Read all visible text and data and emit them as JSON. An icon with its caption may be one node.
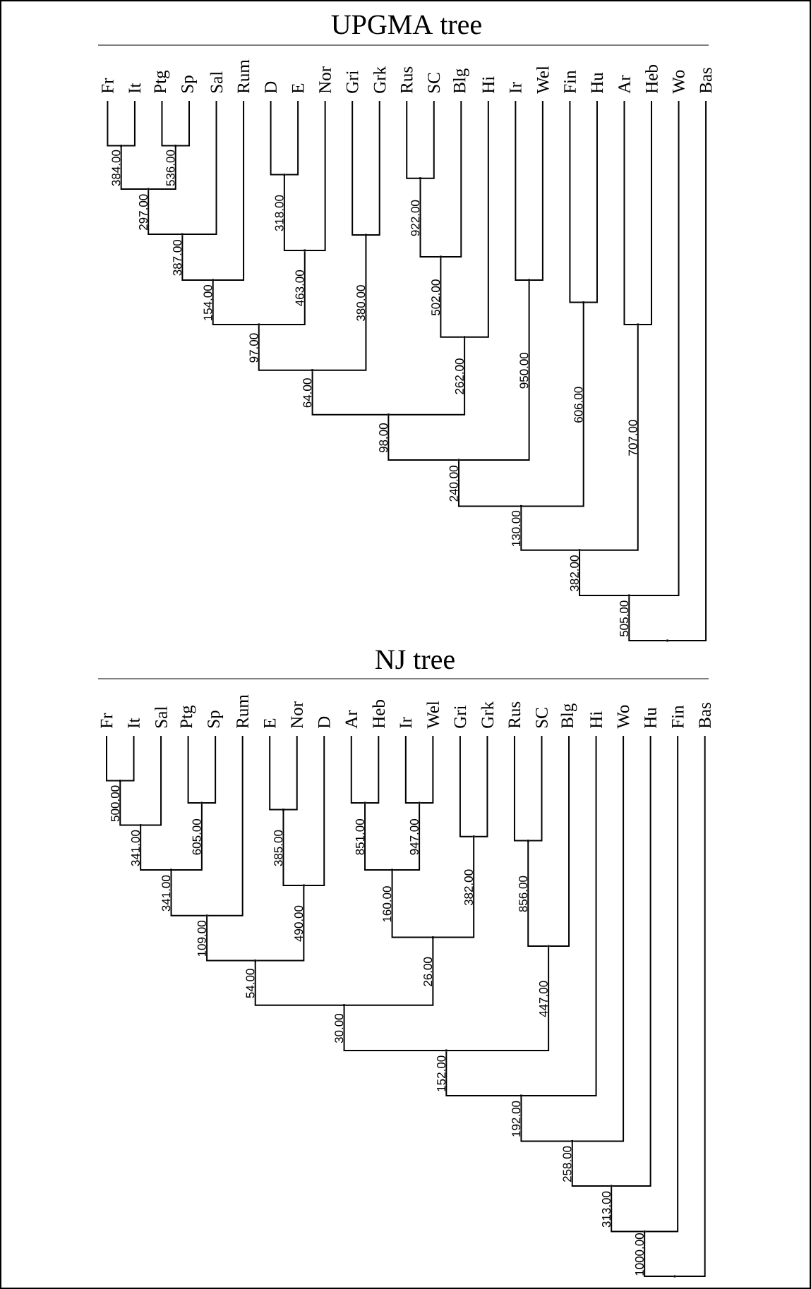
{
  "diagram": {
    "nodes": [
      {
        "text": [
          "Fr"
        ]
      },
      {
        "text": [
          "It"
        ]
      },
      {
        "text": [
          "Ptg"
        ]
      },
      {
        "text": [
          "Sp"
        ]
      },
      {
        "text": [
          "Sal"
        ]
      },
      {
        "text": [
          "Rum"
        ]
      },
      {
        "text": [
          "D"
        ]
      },
      {
        "text": [
          "E"
        ]
      },
      {
        "text": [
          "Nor"
        ]
      },
      {
        "text": [
          "Gri"
        ]
      },
      {
        "text": [
          "Grk"
        ]
      },
      {
        "text": [
          "Rus"
        ]
      },
      {
        "text": [
          "SC"
        ]
      },
      {
        "text": [
          "Blg"
        ]
      },
      {
        "text": [
          "Hi"
        ]
      },
      {
        "text": [
          "Ir"
        ]
      },
      {
        "text": [
          "Wel"
        ]
      },
      {
        "text": [
          "Fin"
        ]
      },
      {
        "text": [
          "Hu"
        ]
      },
      {
        "text": [
          "Ar"
        ]
      },
      {
        "text": [
          "Heb"
        ]
      },
      {
        "text": [
          "Wo"
        ]
      },
      {
        "text": [
          "Bas"
        ]
      },
      {
        "text": [],
        "shape": "point"
      },
      {
        "text": [],
        "shape": "point"
      },
      {
        "text": [],
        "shape": "point"
      },
      {
        "text": [],
        "shape": "point"
      },
      {
        "text": [],
        "shape": "point"
      },
      {
        "text": [],
        "shape": "point"
      },
      {
        "text": [],
        "shape": "point"
      },
      {
        "text": [],
        "shape": "point"
      },
      {
        "text": [],
        "shape": "point"
      },
      {
        "text": [],
        "shape": "point"
      },
      {
        "text": [],
        "shape": "point"
      },
      {
        "text": [],
        "shape": "point"
      },
      {
        "text": [],
        "shape": "point"
      },
      {
        "text": [],
        "shape": "point"
      },
      {
        "text": [],
        "shape": "point"
      },
      {
        "text": [],
        "shape": "point"
      },
      {
        "text": [],
        "shape": "point"
      },
      {
        "text": [],
        "shape": "point"
      },
      {
        "text": [],
        "shape": "point"
      },
      {
        "text": [],
        "shape": "point"
      },
      {
        "text": [],
        "shape": "point"
      },
      {
        "text": [],
        "shape": "point"
      },
      {
        "text": [
          "Fr"
        ]
      },
      {
        "text": [
          "It"
        ]
      },
      {
        "text": [
          "Sal"
        ]
      },
      {
        "text": [
          "Ptg"
        ]
      },
      {
        "text": [
          "Sp"
        ]
      },
      {
        "text": [
          "Rum"
        ]
      },
      {
        "text": [
          "E"
        ]
      },
      {
        "text": [
          "Nor"
        ]
      },
      {
        "text": [
          "D"
        ]
      },
      {
        "text": [
          "Ar"
        ]
      },
      {
        "text": [
          "Heb"
        ]
      },
      {
        "text": [
          "Ir"
        ]
      },
      {
        "text": [
          "Wel"
        ]
      },
      {
        "text": [
          "Gri"
        ]
      },
      {
        "text": [
          "Grk"
        ]
      },
      {
        "text": [
          "Rus"
        ]
      },
      {
        "text": [
          "SC"
        ]
      },
      {
        "text": [
          "Blg"
        ]
      },
      {
        "text": [
          "Hi"
        ]
      },
      {
        "text": [
          "Wo"
        ]
      },
      {
        "text": [
          "Hu"
        ]
      },
      {
        "text": [
          "Fin"
        ]
      },
      {
        "text": [
          "Bas"
        ]
      },
      {
        "text": [],
        "shape": "point"
      },
      {
        "text": [],
        "shape": "point"
      },
      {
        "text": [],
        "shape": "point"
      },
      {
        "text": [],
        "shape": "point"
      },
      {
        "text": [],
        "shape": "point"
      },
      {
        "text": [],
        "shape": "point"
      },
      {
        "text": [],
        "shape": "point"
      },
      {
        "text": [],
        "shape": "point"
      },
      {
        "text": [],
        "shape": "point"
      },
      {
        "text": [],
        "shape": "point"
      },
      {
        "text": [],
        "shape": "point"
      },
      {
        "text": [],
        "shape": "point"
      },
      {
        "text": [],
        "shape": "point"
      },
      {
        "text": [],
        "shape": "point"
      },
      {
        "text": [],
        "shape": "point"
      },
      {
        "text": [],
        "shape": "point"
      },
      {
        "text": [],
        "shape": "point"
      },
      {
        "text": [],
        "shape": "point"
      },
      {
        "text": [],
        "shape": "point"
      },
      {
        "text": [],
        "shape": "point"
      },
      {
        "text": [],
        "shape": "point"
      },
      {
        "text": [],
        "shape": "point"
      }
    ],
    "edges": [
      {
        "from": 23,
        "to": 0,
        "arrow": "none"
      },
      {
        "from": 23,
        "to": 1,
        "arrow": "none"
      },
      {
        "from": 24,
        "to": 2,
        "arrow": "none"
      },
      {
        "from": 24,
        "to": 3,
        "arrow": "none"
      },
      {
        "from": 25,
        "to": 23,
        "arrow": "none",
        "label": "384.00"
      },
      {
        "from": 25,
        "to": 24,
        "arrow": "none",
        "label": "536.00"
      },
      {
        "from": 26,
        "to": 25,
        "arrow": "none",
        "label": "297.00"
      },
      {
        "from": 26,
        "to": 4,
        "arrow": "none"
      },
      {
        "from": 27,
        "to": 26,
        "arrow": "none",
        "label": "387.00"
      },
      {
        "from": 27,
        "to": 5,
        "arrow": "none"
      },
      {
        "from": 28,
        "to": 6,
        "arrow": "none"
      },
      {
        "from": 28,
        "to": 7,
        "arrow": "none"
      },
      {
        "from": 29,
        "to": 28,
        "arrow": "none",
        "label": "318.00"
      },
      {
        "from": 29,
        "to": 8,
        "arrow": "none"
      },
      {
        "from": 30,
        "to": 27,
        "arrow": "none",
        "label": "154.00"
      },
      {
        "from": 30,
        "to": 29,
        "arrow": "none",
        "label": "463.00"
      },
      {
        "from": 31,
        "to": 9,
        "arrow": "none"
      },
      {
        "from": 31,
        "to": 10,
        "arrow": "none"
      },
      {
        "from": 32,
        "to": 30,
        "arrow": "none",
        "label": "97.00"
      },
      {
        "from": 32,
        "to": 31,
        "arrow": "none",
        "label": "380.00"
      },
      {
        "from": 33,
        "to": 11,
        "arrow": "none"
      },
      {
        "from": 33,
        "to": 12,
        "arrow": "none"
      },
      {
        "from": 34,
        "to": 33,
        "arrow": "none",
        "label": "922.00"
      },
      {
        "from": 34,
        "to": 13,
        "arrow": "none"
      },
      {
        "from": 35,
        "to": 34,
        "arrow": "none",
        "label": "502.00"
      },
      {
        "from": 35,
        "to": 14,
        "arrow": "none"
      },
      {
        "from": 36,
        "to": 32,
        "arrow": "none",
        "label": "64.00"
      },
      {
        "from": 36,
        "to": 35,
        "arrow": "none",
        "label": "262.00"
      },
      {
        "from": 37,
        "to": 15,
        "arrow": "none"
      },
      {
        "from": 37,
        "to": 16,
        "arrow": "none"
      },
      {
        "from": 38,
        "to": 36,
        "arrow": "none",
        "label": "98.00"
      },
      {
        "from": 38,
        "to": 37,
        "arrow": "none",
        "label": "950.00"
      },
      {
        "from": 39,
        "to": 17,
        "arrow": "none"
      },
      {
        "from": 39,
        "to": 18,
        "arrow": "none"
      },
      {
        "from": 40,
        "to": 38,
        "arrow": "none",
        "label": "240.00"
      },
      {
        "from": 40,
        "to": 39,
        "arrow": "none",
        "label": "606.00"
      },
      {
        "from": 41,
        "to": 19,
        "arrow": "none"
      },
      {
        "from": 41,
        "to": 20,
        "arrow": "none"
      },
      {
        "from": 42,
        "to": 40,
        "arrow": "none",
        "label": "130.00"
      },
      {
        "from": 42,
        "to": 41,
        "arrow": "none",
        "label": "707.00"
      },
      {
        "from": 43,
        "to": 42,
        "arrow": "none",
        "label": "382.00"
      },
      {
        "from": 43,
        "to": 21,
        "arrow": "none"
      },
      {
        "from": 44,
        "to": 43,
        "arrow": "none",
        "label": "505.00"
      },
      {
        "from": 44,
        "to": 22,
        "arrow": "none"
      },
      {
        "from": 68,
        "to": 45,
        "arrow": "none"
      },
      {
        "from": 68,
        "to": 46,
        "arrow": "none"
      },
      {
        "from": 69,
        "to": 68,
        "arrow": "none",
        "label": "500.00"
      },
      {
        "from": 69,
        "to": 47,
        "arrow": "none"
      },
      {
        "from": 70,
        "to": 48,
        "arrow": "none"
      },
      {
        "from": 70,
        "to": 49,
        "arrow": "none"
      },
      {
        "from": 71,
        "to": 69,
        "arrow": "none",
        "label": "341.00"
      },
      {
        "from": 71,
        "to": 70,
        "arrow": "none",
        "label": "605.00"
      },
      {
        "from": 72,
        "to": 71,
        "arrow": "none",
        "label": "341.00"
      },
      {
        "from": 72,
        "to": 50,
        "arrow": "none"
      },
      {
        "from": 73,
        "to": 51,
        "arrow": "none"
      },
      {
        "from": 73,
        "to": 52,
        "arrow": "none"
      },
      {
        "from": 74,
        "to": 73,
        "arrow": "none",
        "label": "385.00"
      },
      {
        "from": 74,
        "to": 53,
        "arrow": "none"
      },
      {
        "from": 75,
        "to": 72,
        "arrow": "none",
        "label": "109.00"
      },
      {
        "from": 75,
        "to": 74,
        "arrow": "none",
        "label": "490.00"
      },
      {
        "from": 76,
        "to": 54,
        "arrow": "none"
      },
      {
        "from": 76,
        "to": 55,
        "arrow": "none"
      },
      {
        "from": 77,
        "to": 56,
        "arrow": "none"
      },
      {
        "from": 77,
        "to": 57,
        "arrow": "none"
      },
      {
        "from": 78,
        "to": 76,
        "arrow": "none",
        "label": "851.00"
      },
      {
        "from": 78,
        "to": 77,
        "arrow": "none",
        "label": "947.00"
      },
      {
        "from": 79,
        "to": 58,
        "arrow": "none"
      },
      {
        "from": 79,
        "to": 59,
        "arrow": "none"
      },
      {
        "from": 80,
        "to": 78,
        "arrow": "none",
        "label": "160.00"
      },
      {
        "from": 80,
        "to": 79,
        "arrow": "none",
        "label": "382.00"
      },
      {
        "from": 81,
        "to": 75,
        "arrow": "none",
        "label": "54.00"
      },
      {
        "from": 81,
        "to": 80,
        "arrow": "none",
        "label": "26.00"
      },
      {
        "from": 82,
        "to": 60,
        "arrow": "none"
      },
      {
        "from": 82,
        "to": 61,
        "arrow": "none"
      },
      {
        "from": 83,
        "to": 82,
        "arrow": "none",
        "label": "856.00"
      },
      {
        "from": 83,
        "to": 62,
        "arrow": "none"
      },
      {
        "from": 84,
        "to": 81,
        "arrow": "none",
        "label": "30.00"
      },
      {
        "from": 84,
        "to": 83,
        "arrow": "none",
        "label": "447.00"
      },
      {
        "from": 85,
        "to": 84,
        "arrow": "none",
        "label": "152.00"
      },
      {
        "from": 85,
        "to": 63,
        "arrow": "none"
      },
      {
        "from": 86,
        "to": 85,
        "arrow": "none",
        "label": "192.00"
      },
      {
        "from": 86,
        "to": 64,
        "arrow": "none"
      },
      {
        "from": 87,
        "to": 86,
        "arrow": "none",
        "label": "258.00"
      },
      {
        "from": 87,
        "to": 65,
        "arrow": "none"
      },
      {
        "from": 88,
        "to": 87,
        "arrow": "none",
        "label": "313.00"
      },
      {
        "from": 88,
        "to": 66,
        "arrow": "none"
      },
      {
        "from": 89,
        "to": 88,
        "arrow": "none",
        "label": "1000.00"
      },
      {
        "from": 89,
        "to": 67,
        "arrow": "none"
      }
    ],
    "labels": [
      "UPGMA tree",
      "NJ tree"
    ]
  }
}
